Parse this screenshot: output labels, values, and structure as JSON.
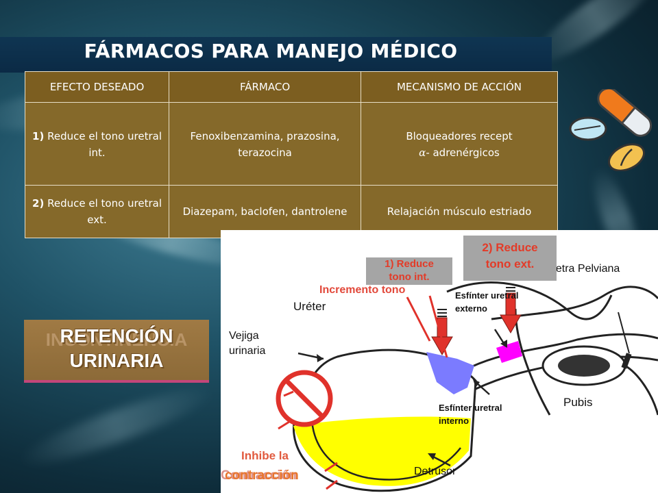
{
  "title": "FÁRMACOS PARA MANEJO MÉDICO",
  "table": {
    "headers": [
      "EFECTO DESEADO",
      "FÁRMACO",
      "MECANISMO DE ACCIÓN"
    ],
    "rows": [
      {
        "effect_num": "1)",
        "effect": " Reduce el tono uretral int.",
        "drug": "Fenoxibenzamina, prazosina, terazocina",
        "mechanism_line1": "Bloqueadores recept",
        "mechanism_alpha": "α",
        "mechanism_line2": "- adrenérgicos"
      },
      {
        "effect_num": "2)",
        "effect": " Reduce el tono uretral ext.",
        "drug": "Diazepam, baclofen, dantrolene",
        "mechanism_line1": "Relajación músculo estriado"
      }
    ]
  },
  "side_box": {
    "background_text": "INCONTINENCIA",
    "line1": "RETENCIÓN",
    "line2": "URINARIA"
  },
  "diagram": {
    "labels": {
      "ureter": "Uréter",
      "vejiga1": "Vejiga",
      "vejiga2": "urinaria",
      "uretra_pelviana": "Uretra Pelviana",
      "esf_ext1": "Esfínter uretral",
      "esf_ext2": "externo",
      "esf_int1": "Esfínter uretral",
      "esf_int2": "interno",
      "pubis": "Pubis",
      "detrusor": "Detrusor"
    },
    "box1": {
      "line1": "1) Reduce",
      "line2": "tono int."
    },
    "box2": {
      "line1": "2) Reduce",
      "line2": "tono ext."
    },
    "incremento": "Incremento tono",
    "inhibe": "Inhibe la",
    "contraccion": "contracción",
    "contraccion_overlay": "Contracción"
  },
  "colors": {
    "table_bg": "#85692a",
    "title_bar": "#0f3552",
    "accent_red": "#e2483a",
    "bladder_urine": "#ffff00",
    "internal_sphincter": "#7b7bff",
    "external_sphincter": "#ff00ff",
    "arrow_red": "#e0322b"
  }
}
